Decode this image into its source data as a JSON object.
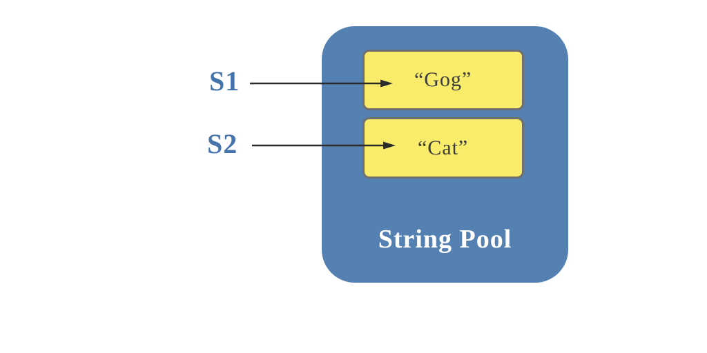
{
  "diagram": {
    "title": "String Pool",
    "variables": [
      {
        "name": "S1",
        "value": "“Gog”"
      },
      {
        "name": "S2",
        "value": "“Cat”"
      }
    ]
  },
  "colors": {
    "page_background": "#FFFFFF",
    "pool_background": "#5580B2",
    "string_box_fill": "#F8EC6A",
    "string_box_border": "#6F6F6F",
    "string_text": "#3C3C3C",
    "variable_label": "#4573AC",
    "pool_title_text": "#FFFFFF",
    "arrow": "#2B2B2B"
  }
}
